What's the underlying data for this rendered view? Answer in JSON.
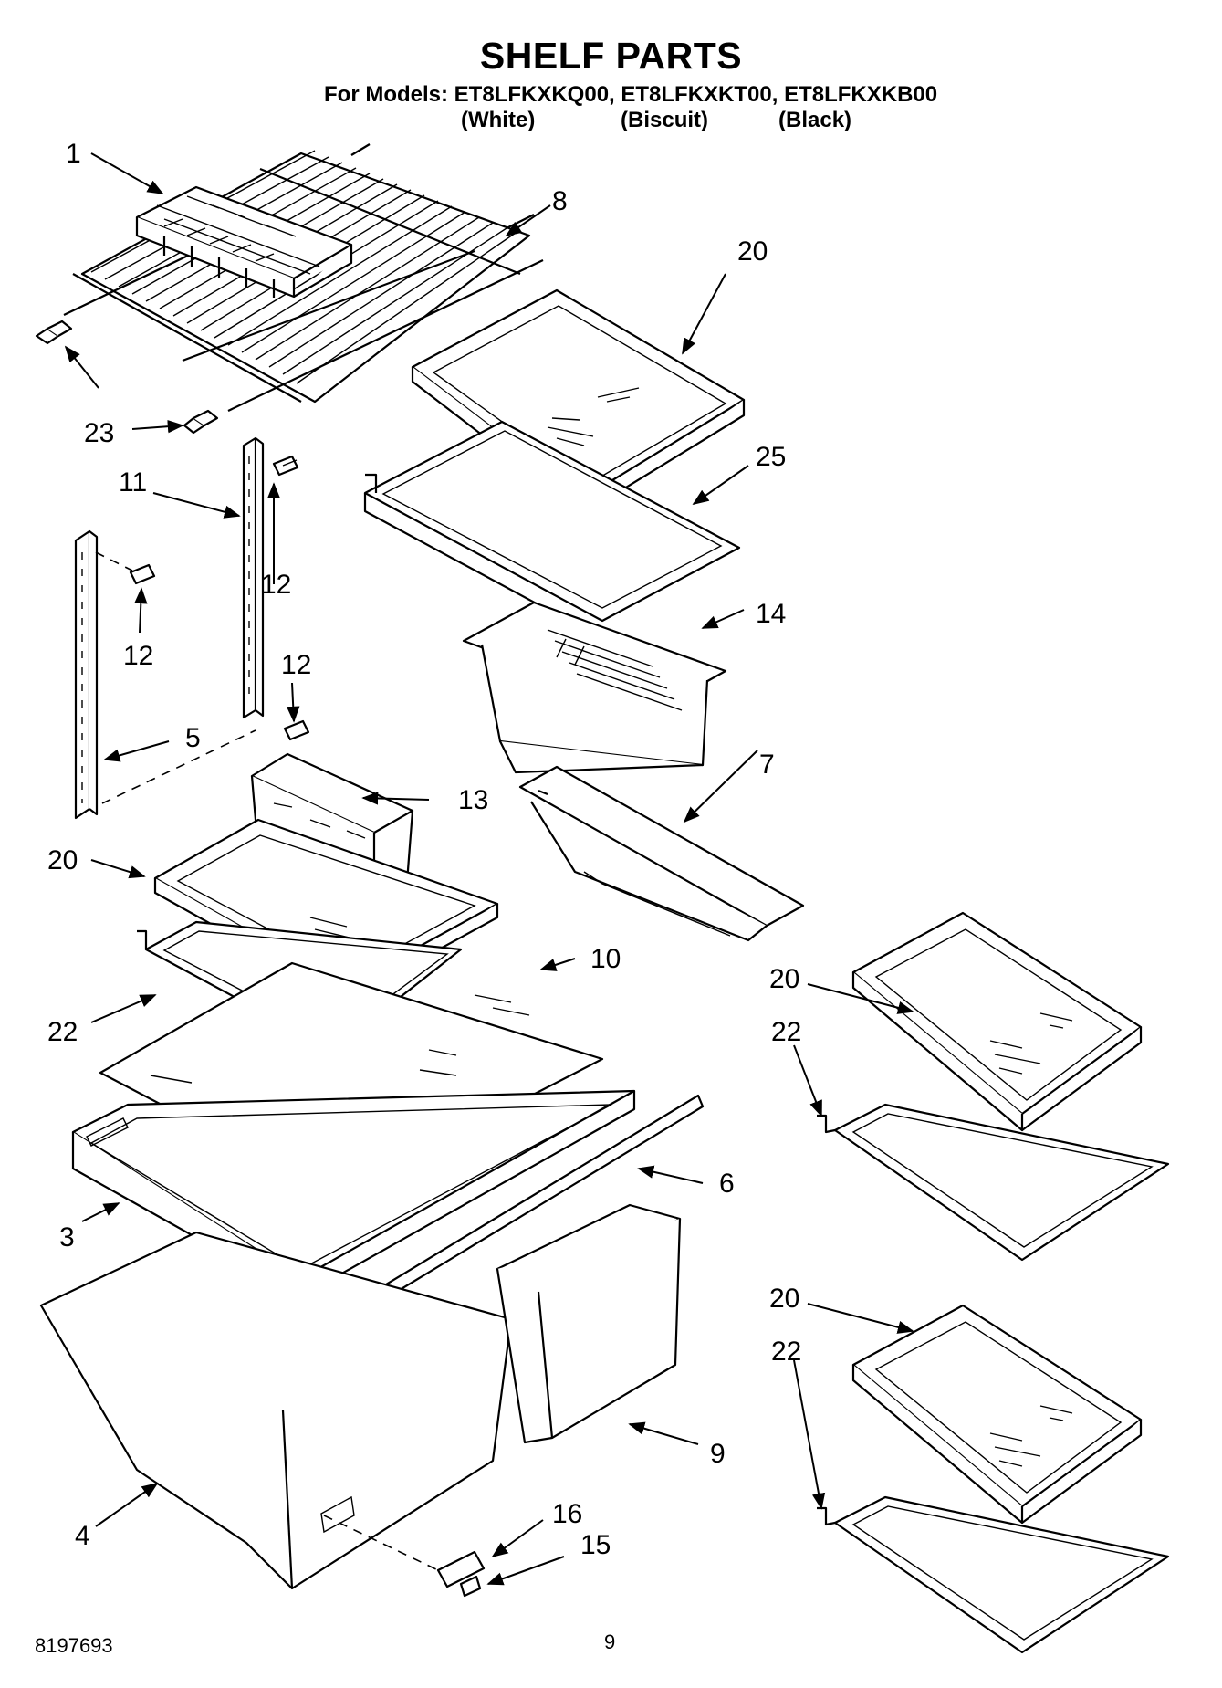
{
  "header": {
    "title": "SHELF PARTS",
    "models_line": "For Models: ET8LFKXKQ00, ET8LFKXKT00, ET8LFKXKB00",
    "colors": [
      "(White)",
      "(Biscuit)",
      "(Black)"
    ]
  },
  "footer": {
    "doc_number": "8197693",
    "page_number": "9"
  },
  "callouts": {
    "p1": "1",
    "p8": "8",
    "p20a": "20",
    "p23": "23",
    "p25": "25",
    "p11": "11",
    "p12a": "12",
    "p12b": "12",
    "p12c": "12",
    "p14": "14",
    "p5": "5",
    "p13": "13",
    "p7": "7",
    "p20b": "20",
    "p10": "10",
    "p22a": "22",
    "p20c": "20",
    "p22b": "22",
    "p6": "6",
    "p3": "3",
    "p9": "9",
    "p16": "16",
    "p15": "15",
    "p4": "4",
    "p20d": "20",
    "p22c": "22"
  }
}
